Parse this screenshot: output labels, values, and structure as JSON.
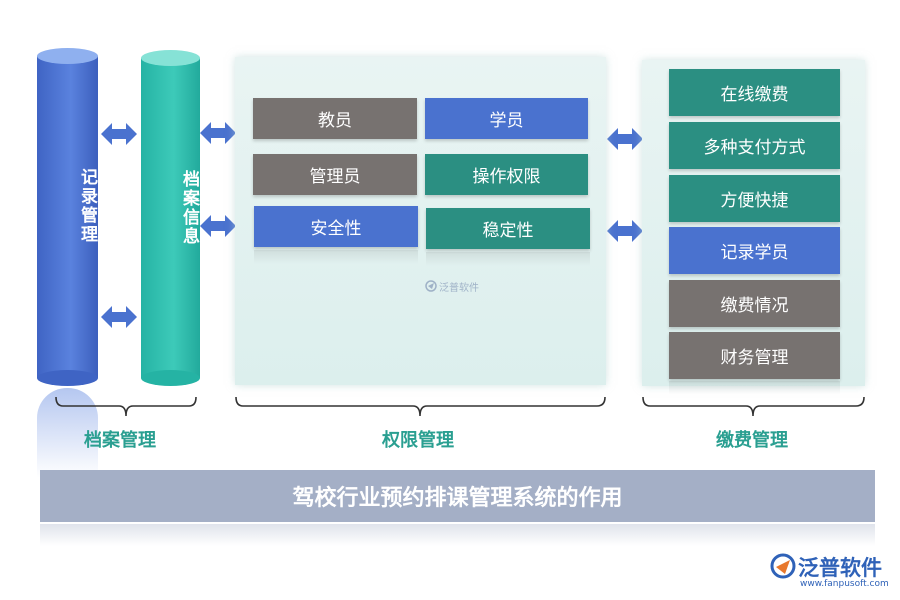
{
  "cylinders": {
    "record": "记录管理",
    "archive": "档案信息"
  },
  "permission": {
    "items": [
      "教员",
      "学员",
      "管理员",
      "操作权限",
      "安全性",
      "稳定性"
    ]
  },
  "payment": {
    "items": [
      "在线缴费",
      "多种支付方式",
      "方便快捷",
      "记录学员",
      "缴费情况",
      "财务管理"
    ]
  },
  "groups": {
    "archive": "档案管理",
    "permission": "权限管理",
    "payment": "缴费管理"
  },
  "title": "驾校行业预约排课管理系统的作用",
  "logo": {
    "name": "泛普软件",
    "url": "www.fanpusoft.com",
    "watermark": "泛普软件"
  },
  "colors": {
    "blue": "#4a72cf",
    "teal": "#2b8f82",
    "gray": "#777270",
    "label": "#2a9f91",
    "arrow": "#4a72cf"
  }
}
